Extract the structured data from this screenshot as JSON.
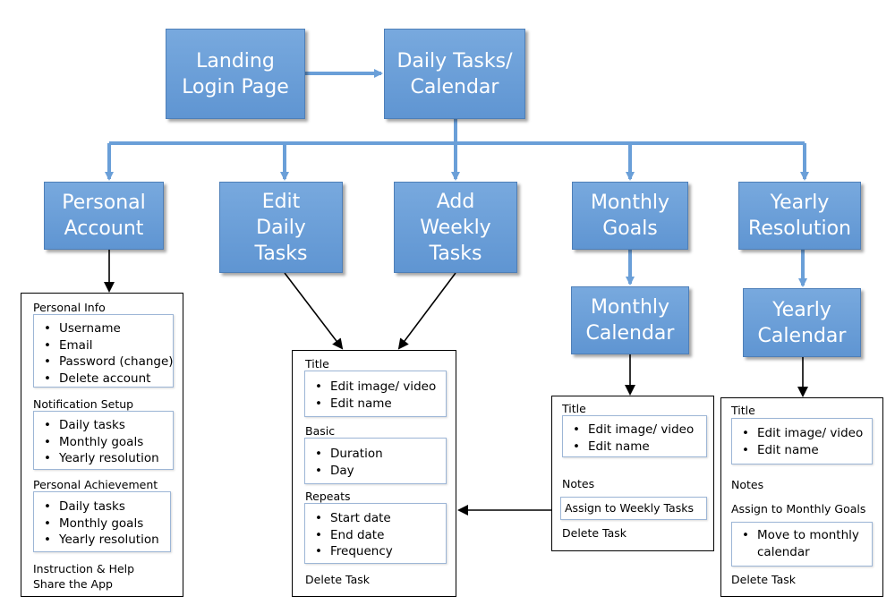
{
  "nodes": {
    "landing": "Landing\nLogin Page",
    "daily": "Daily Tasks/\nCalendar",
    "personal": "Personal\nAccount",
    "edit_daily": "Edit\nDaily\nTasks",
    "add_weekly": "Add\nWeekly\nTasks",
    "monthly_goals": "Monthly\nGoals",
    "yearly_resolution": "Yearly\nResolution",
    "monthly_calendar": "Monthly\nCalendar",
    "yearly_calendar": "Yearly\nCalendar"
  },
  "personal_panel": {
    "info_label": "Personal Info",
    "info_items": [
      "Username",
      "Email",
      "Password (change)",
      "Delete account"
    ],
    "notif_label": "Notification Setup",
    "notif_items": [
      "Daily tasks",
      "Monthly goals",
      "Yearly resolution"
    ],
    "achieve_label": "Personal Achievement",
    "achieve_items": [
      "Daily tasks",
      "Monthly goals",
      "Yearly resolution"
    ],
    "help": "Instruction & Help",
    "share": "Share the App"
  },
  "task_panel": {
    "title_label": "Title",
    "title_items": [
      "Edit image/ video",
      "Edit name"
    ],
    "basic_label": "Basic",
    "basic_items": [
      "Duration",
      "Day"
    ],
    "repeats_label": "Repeats",
    "repeats_items": [
      "Start date",
      "End date",
      "Frequency"
    ],
    "delete": "Delete Task"
  },
  "monthly_panel": {
    "title_label": "Title",
    "title_items": [
      "Edit image/ video",
      "Edit name"
    ],
    "notes": "Notes",
    "assign": "Assign to Weekly Tasks",
    "delete": "Delete Task"
  },
  "yearly_panel": {
    "title_label": "Title",
    "title_items": [
      "Edit image/ video",
      "Edit name"
    ],
    "notes": "Notes",
    "assign": "Assign to Monthly Goals",
    "move_items": [
      "Move to monthly\ncalendar"
    ],
    "delete": "Delete Task"
  },
  "colors": {
    "box_fill": "#6a9fd8",
    "box_border": "#4e7fb8",
    "connector": "#6a9fd8",
    "panel_border": "#000000"
  }
}
